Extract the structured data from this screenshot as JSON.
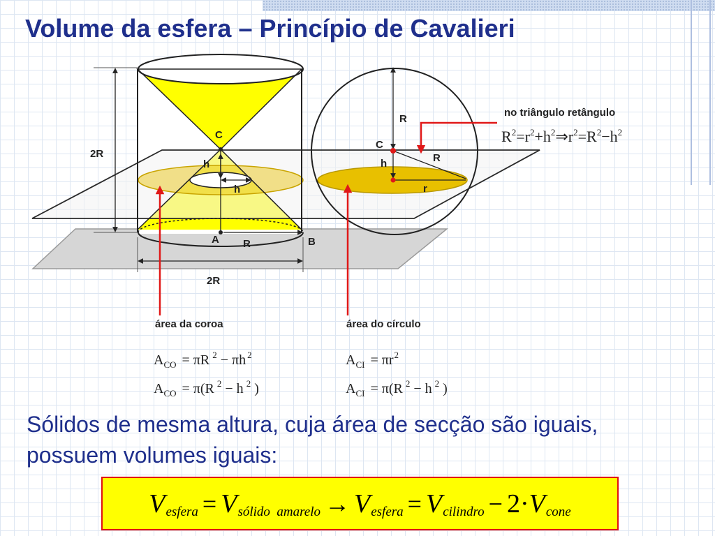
{
  "title": "Volume da esfera – Princípio de Cavalieri",
  "diagram": {
    "labels": {
      "two_r_side": "2R",
      "two_r_bottom": "2R",
      "cyl_c": "C",
      "cyl_h_vertical": "h",
      "cyl_h_horizontal": "h",
      "point_a": "A",
      "base_r": "R",
      "point_b": "B",
      "sphere_r_top": "R",
      "sphere_c": "C",
      "sphere_h": "h",
      "sphere_r_slant": "R",
      "sphere_r_small": "r"
    },
    "triangle_note": "no triângulo retângulo",
    "pythagoras": {
      "R1": "R",
      "e1": "2",
      "eq1": "=",
      "r1": "r",
      "e2": "2",
      "plus": "+",
      "h1": "h",
      "e3": "2",
      "arrow": "⇒",
      "r2": "r",
      "e4": "2",
      "eq2": "=",
      "R2": "R",
      "e5": "2",
      "minus": "−",
      "h2": "h",
      "e6": "2"
    },
    "crown_area_label": "área da coroa",
    "circle_area_label": "área do círculo",
    "crown_eq1": {
      "A": "A",
      "sub": "CO",
      "rest1": "= πR",
      "exp1": "2",
      "rest2": " − πh",
      "exp2": "2"
    },
    "crown_eq2": {
      "A": "A",
      "sub": "CO",
      "rest1": "= π(R",
      "exp1": "2",
      "rest2": " − h",
      "exp2": "2",
      "rest3": " )"
    },
    "circle_eq1": {
      "A": "A",
      "sub": "CI",
      "rest1": "= πr",
      "exp1": "2"
    },
    "circle_eq2": {
      "A": "A",
      "sub": "CI",
      "rest1": "= π(R",
      "exp1": "2",
      "rest2": " − h",
      "exp2": "2",
      "rest3": " )"
    }
  },
  "body_text": "Sólidos de mesma altura, cuja área de secção são iguais, possuem volumes iguais:",
  "formula": {
    "v1": "V",
    "s1": "esfera",
    "op1": "=",
    "v2": "V",
    "s2": "sólido  amarelo",
    "arrow": "→",
    "v3": "V",
    "s3": "esfera",
    "op2": "=",
    "v4": "V",
    "s4": "cilindro",
    "minus": "−",
    "two": "2",
    "dot": "·",
    "v5": "V",
    "s5": "cone"
  },
  "colors": {
    "title": "#1f2f8c",
    "yellow": "#ffff00",
    "golden": "#e8c000",
    "arrow_red": "#e01818",
    "box_border": "#e01010"
  }
}
